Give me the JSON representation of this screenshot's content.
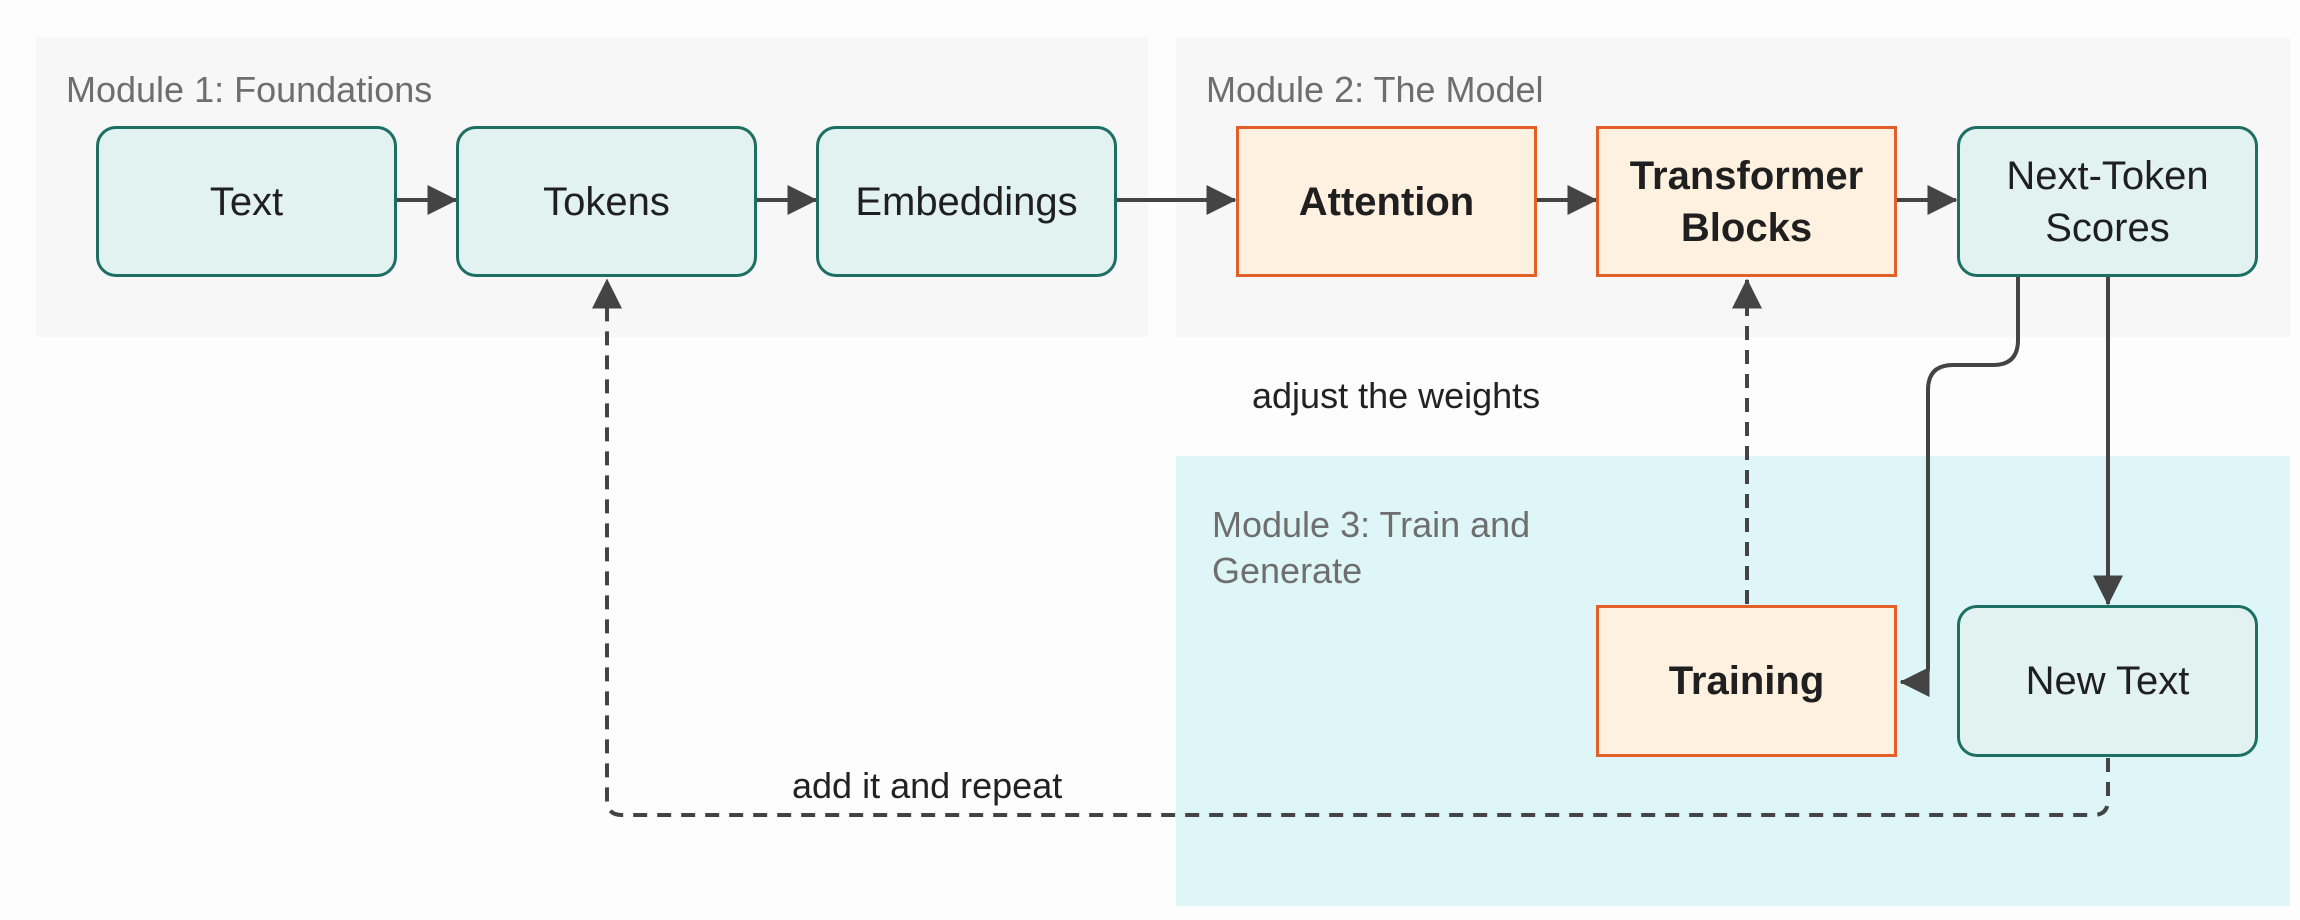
{
  "groups": {
    "module1": {
      "title": "Module 1: Foundations",
      "background": "#f7f7f7"
    },
    "module2": {
      "title": "Module 2: The Model",
      "background": "#f7f7f7"
    },
    "module3": {
      "title": "Module 3: Train and Generate",
      "background": "#dff6f8"
    }
  },
  "nodes": {
    "text": {
      "label": "Text",
      "style": "teal"
    },
    "tokens": {
      "label": "Tokens",
      "style": "teal"
    },
    "embeddings": {
      "label": "Embeddings",
      "style": "teal"
    },
    "attention": {
      "label": "Attention",
      "style": "orange"
    },
    "transformer_blocks": {
      "line1": "Transformer",
      "line2": "Blocks",
      "style": "orange"
    },
    "next_token_scores": {
      "line1": "Next-Token",
      "line2": "Scores",
      "style": "teal"
    },
    "training": {
      "label": "Training",
      "style": "orange"
    },
    "new_text": {
      "label": "New Text",
      "style": "teal"
    }
  },
  "edges": {
    "adjust_weights": {
      "label": "adjust the weights",
      "from": "Training",
      "to": "Transformer Blocks",
      "style": "dashed"
    },
    "add_repeat": {
      "label": "add it and repeat",
      "from": "New Text",
      "to": "Tokens",
      "style": "dashed"
    }
  },
  "colors": {
    "teal_fill": "#e1f2f1",
    "teal_border": "#1d6e63",
    "orange_fill": "#fef1e0",
    "orange_border": "#e4602a",
    "arrow": "#444444"
  }
}
